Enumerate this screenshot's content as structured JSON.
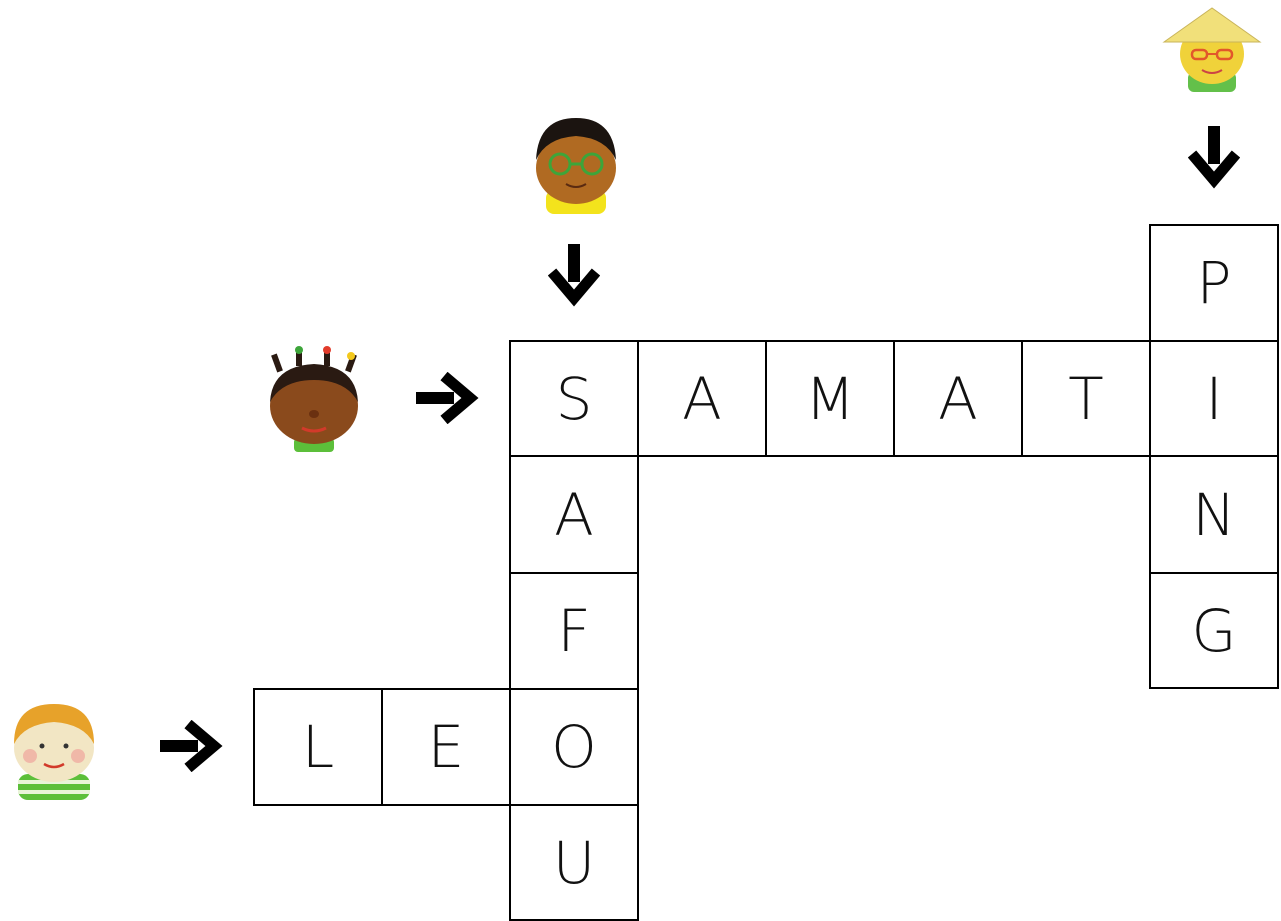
{
  "puzzle": {
    "samatin": {
      "letters": [
        "S",
        "A",
        "M",
        "A",
        "T",
        "I"
      ]
    },
    "safou": {
      "letters": [
        "A",
        "F",
        "O",
        "U"
      ]
    },
    "leo": {
      "letters": [
        "L",
        "E"
      ]
    },
    "ping": {
      "letters": [
        "P",
        "N",
        "G"
      ]
    }
  },
  "characters": {
    "samatin": {
      "icon": "girl-with-braids-face-icon",
      "skin": "#8a4a1c",
      "hair": "#2a1a12"
    },
    "safou": {
      "icon": "boy-with-green-glasses-face-icon",
      "skin": "#b06a22",
      "hair": "#1b1410",
      "shirt": "#f3e31c"
    },
    "leo": {
      "icon": "blond-boy-face-icon",
      "skin": "#f2e6c4",
      "hair": "#e7a22a",
      "shirt": "#5cbf3a"
    },
    "ping": {
      "icon": "boy-with-straw-hat-face-icon",
      "skin": "#f0d23a",
      "hat": "#f1e07a",
      "shirt": "#63c04a"
    }
  },
  "arrows": {
    "right": "arrow-right-icon",
    "down": "arrow-down-icon"
  }
}
